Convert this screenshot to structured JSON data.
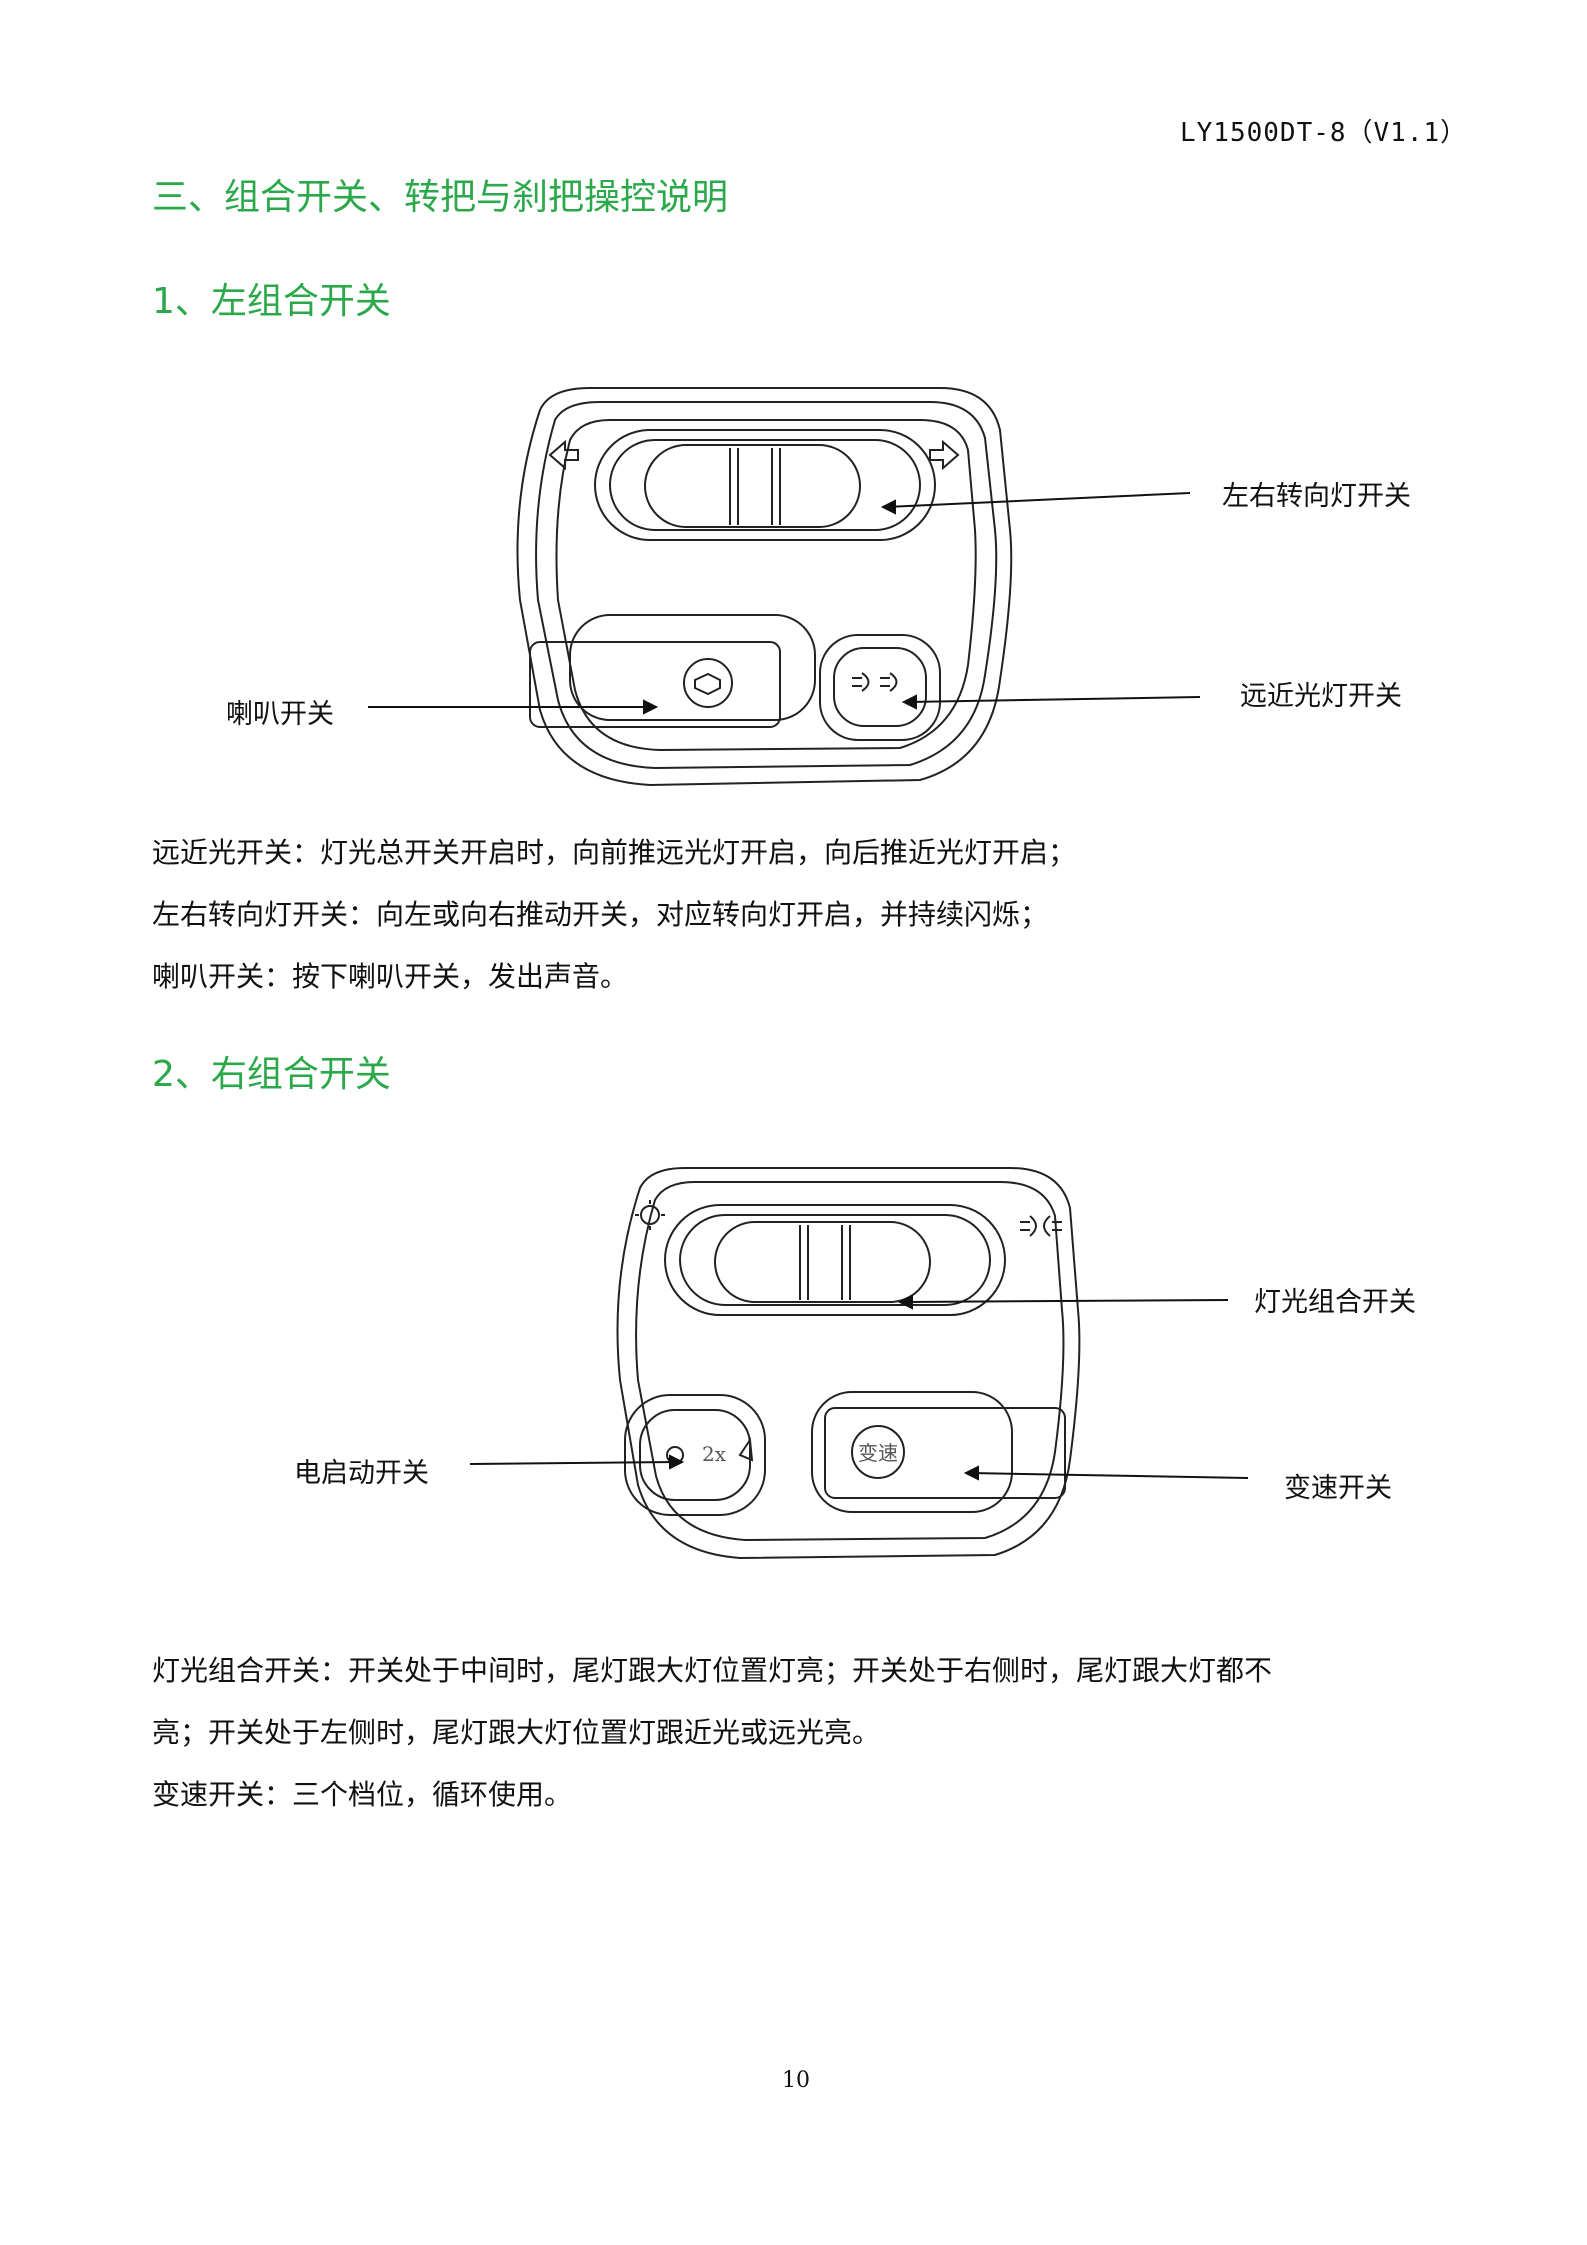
{
  "header": {
    "doc_id": "LY1500DT-8（V1.1）"
  },
  "section": {
    "title": "三、组合开关、转把与刹把操控说明"
  },
  "left_switch": {
    "heading": "1、左组合开关",
    "labels": {
      "turn": "左右转向灯开关",
      "horn": "喇叭开关",
      "beam": "远近光灯开关"
    },
    "lines": [
      "远近光开关：灯光总开关开启时，向前推远光灯开启，向后推近光灯开启；",
      "左右转向灯开关：向左或向右推动开关，对应转向灯开启，并持续闪烁；",
      "喇叭开关：按下喇叭开关，发出声音。"
    ]
  },
  "right_switch": {
    "heading": "2、右组合开关",
    "labels": {
      "light": "灯光组合开关",
      "start": "电启动开关",
      "gear": "变速开关"
    },
    "button_texts": {
      "start": "2x",
      "gear": "变速"
    },
    "lines": [
      "灯光组合开关：开关处于中间时，尾灯跟大灯位置灯亮；开关处于右侧时，尾灯跟大灯都不",
      "亮；开关处于左侧时，尾灯跟大灯位置灯跟近光或远光亮。",
      "变速开关：三个档位，循环使用。"
    ]
  },
  "footer": {
    "page_number": "10"
  }
}
